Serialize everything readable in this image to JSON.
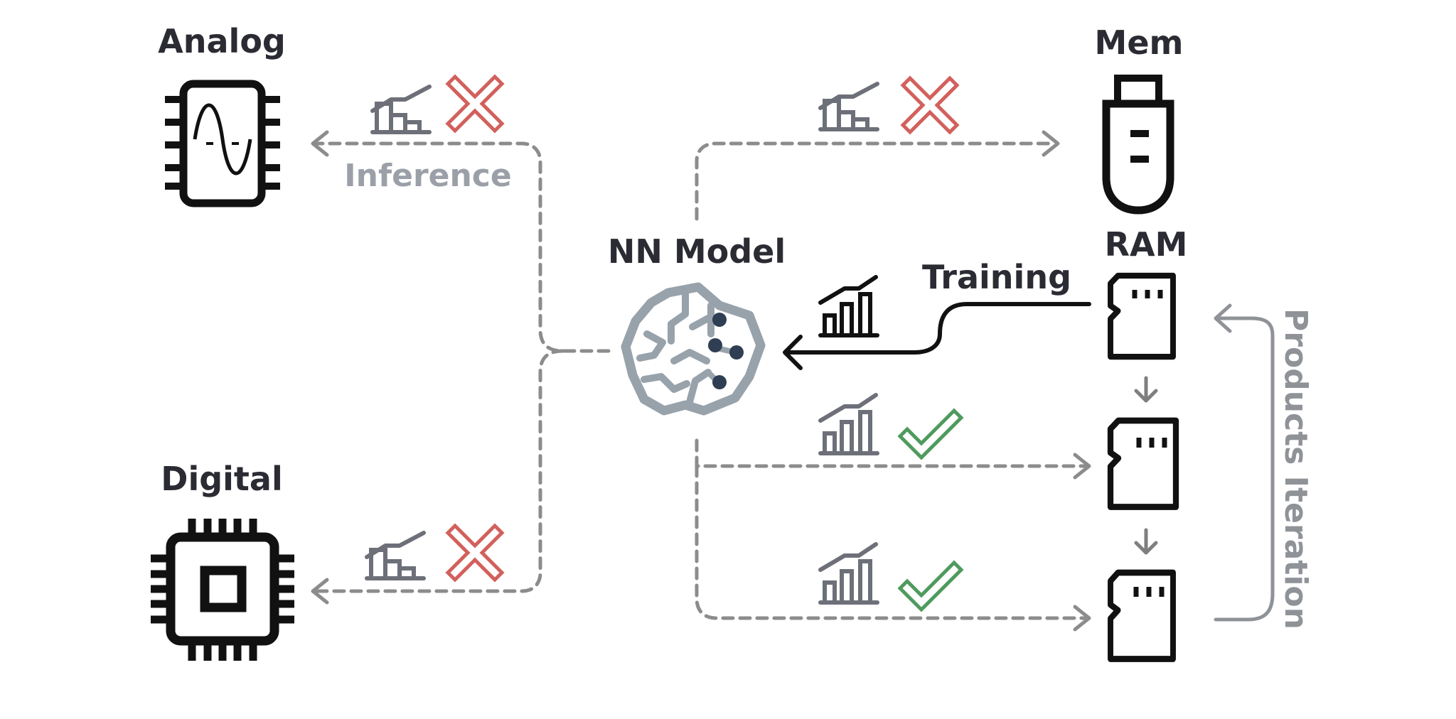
{
  "labels": {
    "analog": "Analog",
    "digital": "Digital",
    "mem": "Mem",
    "ram": "RAM",
    "model": "NN Model",
    "inference": "Inference",
    "training": "Training",
    "iteration": "Products Iteration"
  },
  "outcomes": {
    "analog": "fail",
    "digital": "fail",
    "mem": "fail",
    "ram_card_2": "success",
    "ram_card_3": "success"
  },
  "icons": {
    "analog": "analog-chip-icon",
    "digital": "cpu-chip-icon",
    "mem": "usb-drive-icon",
    "ram": "sd-card-icon",
    "model": "brain-circuit-icon",
    "performance": "bar-chart-trend-icon",
    "fail": "cross-icon",
    "success": "check-icon"
  },
  "colors": {
    "ink": "#111111",
    "label": "#2b2b33",
    "dashed": "#8c8c8c",
    "muted": "#9ba0a8",
    "chart": "#6d7079",
    "brain": "#98a2ab",
    "brain_dot": "#2f3e52",
    "fail": "#d2605c",
    "success": "#4f9a5e",
    "iteration": "#8f9398"
  }
}
